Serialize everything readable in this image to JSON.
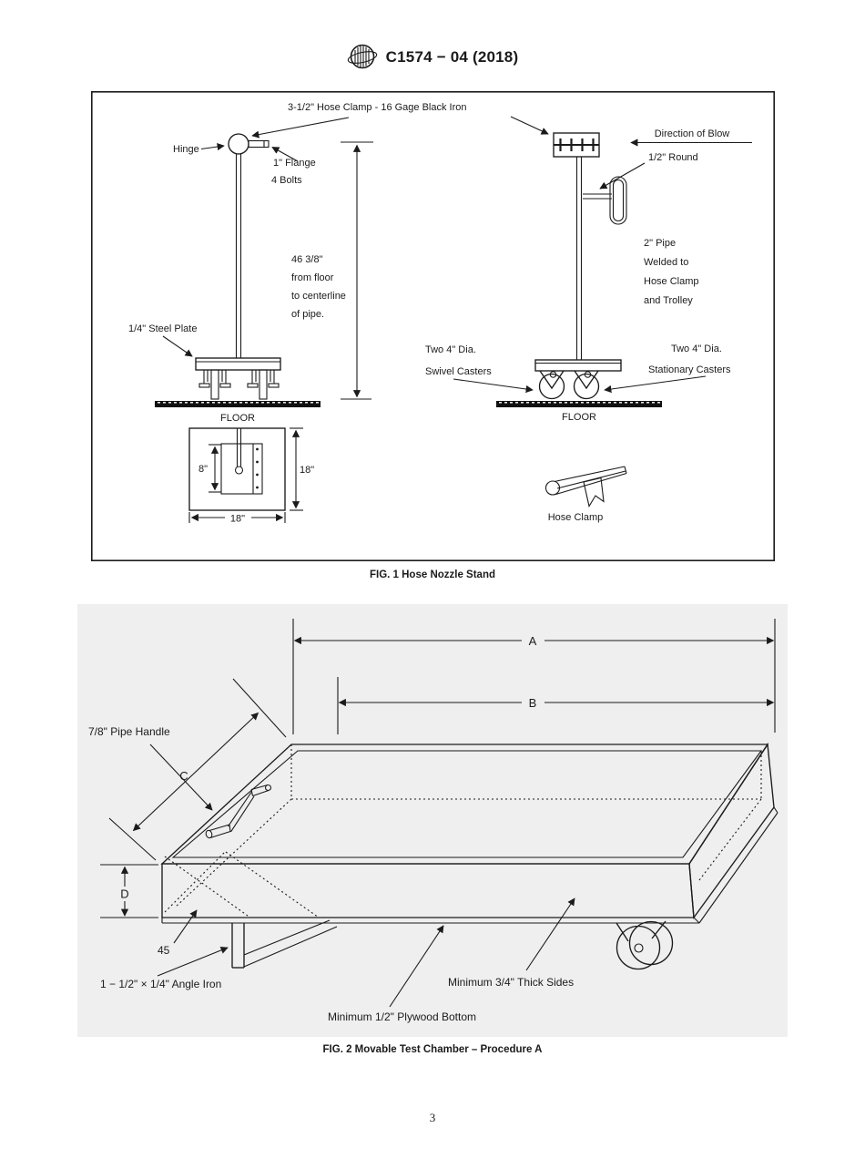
{
  "header": {
    "logo": "astm-logo",
    "code": "C1574 − 04 (2018)"
  },
  "page_number": "3",
  "fig1": {
    "caption": "FIG. 1 Hose Nozzle Stand",
    "labels": {
      "hose_clamp_spec": "3-1/2\" Hose Clamp - 16 Gage Black Iron",
      "hinge": "Hinge",
      "flange": "1\" Flange",
      "bolts": "4 Bolts",
      "height_line1": "46 3/8\"",
      "height_line2": "from floor",
      "height_line3": "to centerline",
      "height_line4": "of pipe.",
      "steel_plate": "1/4\" Steel Plate",
      "floor_left": "FLOOR",
      "dim_8": "8\"",
      "dim_18_side": "18\"",
      "dim_18_bottom": "18\"",
      "direction_of_blow": "Direction of Blow",
      "half_round": "1/2\" Round",
      "pipe_line1": "2\" Pipe",
      "pipe_line2": "Welded to",
      "pipe_line3": "Hose Clamp",
      "pipe_line4": "and Trolley",
      "swivel_line1": "Two 4\" Dia.",
      "swivel_line2": "Swivel Casters",
      "stationary_line1": "Two 4\" Dia.",
      "stationary_line2": "Stationary Casters",
      "floor_right": "FLOOR",
      "hose_clamp_detail": "Hose Clamp"
    }
  },
  "fig2": {
    "caption": "FIG. 2 Movable Test Chamber – Procedure A",
    "labels": {
      "pipe_handle": "7/8\" Pipe Handle",
      "dim_a": "A",
      "dim_b": "B",
      "dim_c": "C",
      "dim_d": "D",
      "brace_angle": "45",
      "angle_iron": "1 − 1/2\" × 1/4\" Angle Iron",
      "thick_sides": "Minimum 3/4\" Thick Sides",
      "plywood_bottom": "Minimum 1/2\" Plywood Bottom"
    }
  }
}
